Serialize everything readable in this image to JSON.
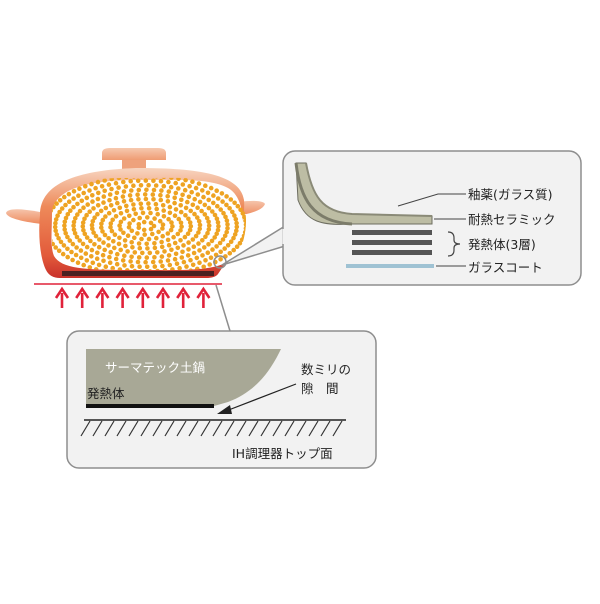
{
  "detail_callout": {
    "labels": {
      "glaze": "釉薬(ガラス質)",
      "ceramic": "耐熱セラミック",
      "heater": "発熱体(3層)",
      "glass_coat": "ガラスコート"
    }
  },
  "gap_callout": {
    "labels": {
      "pot_name": "サーマテック土鍋",
      "heater": "発熱体",
      "gap_line1": "数ミリの",
      "gap_line2": "隙　間",
      "ih_surface": "IH調理器トップ面"
    }
  },
  "colors": {
    "pot_top": "#f5c4ab",
    "pot_body": "#ea7449",
    "pot_bottom": "#c9312b",
    "food_dots": "#eea322",
    "heat_arrows": "#e0223a",
    "callout_border": "#8e8e8e",
    "callout_fill": "#f2f2f2",
    "ceramic": "#bdbda4",
    "glass_coat": "#9fc2d3",
    "heater_layers": "#555555"
  }
}
